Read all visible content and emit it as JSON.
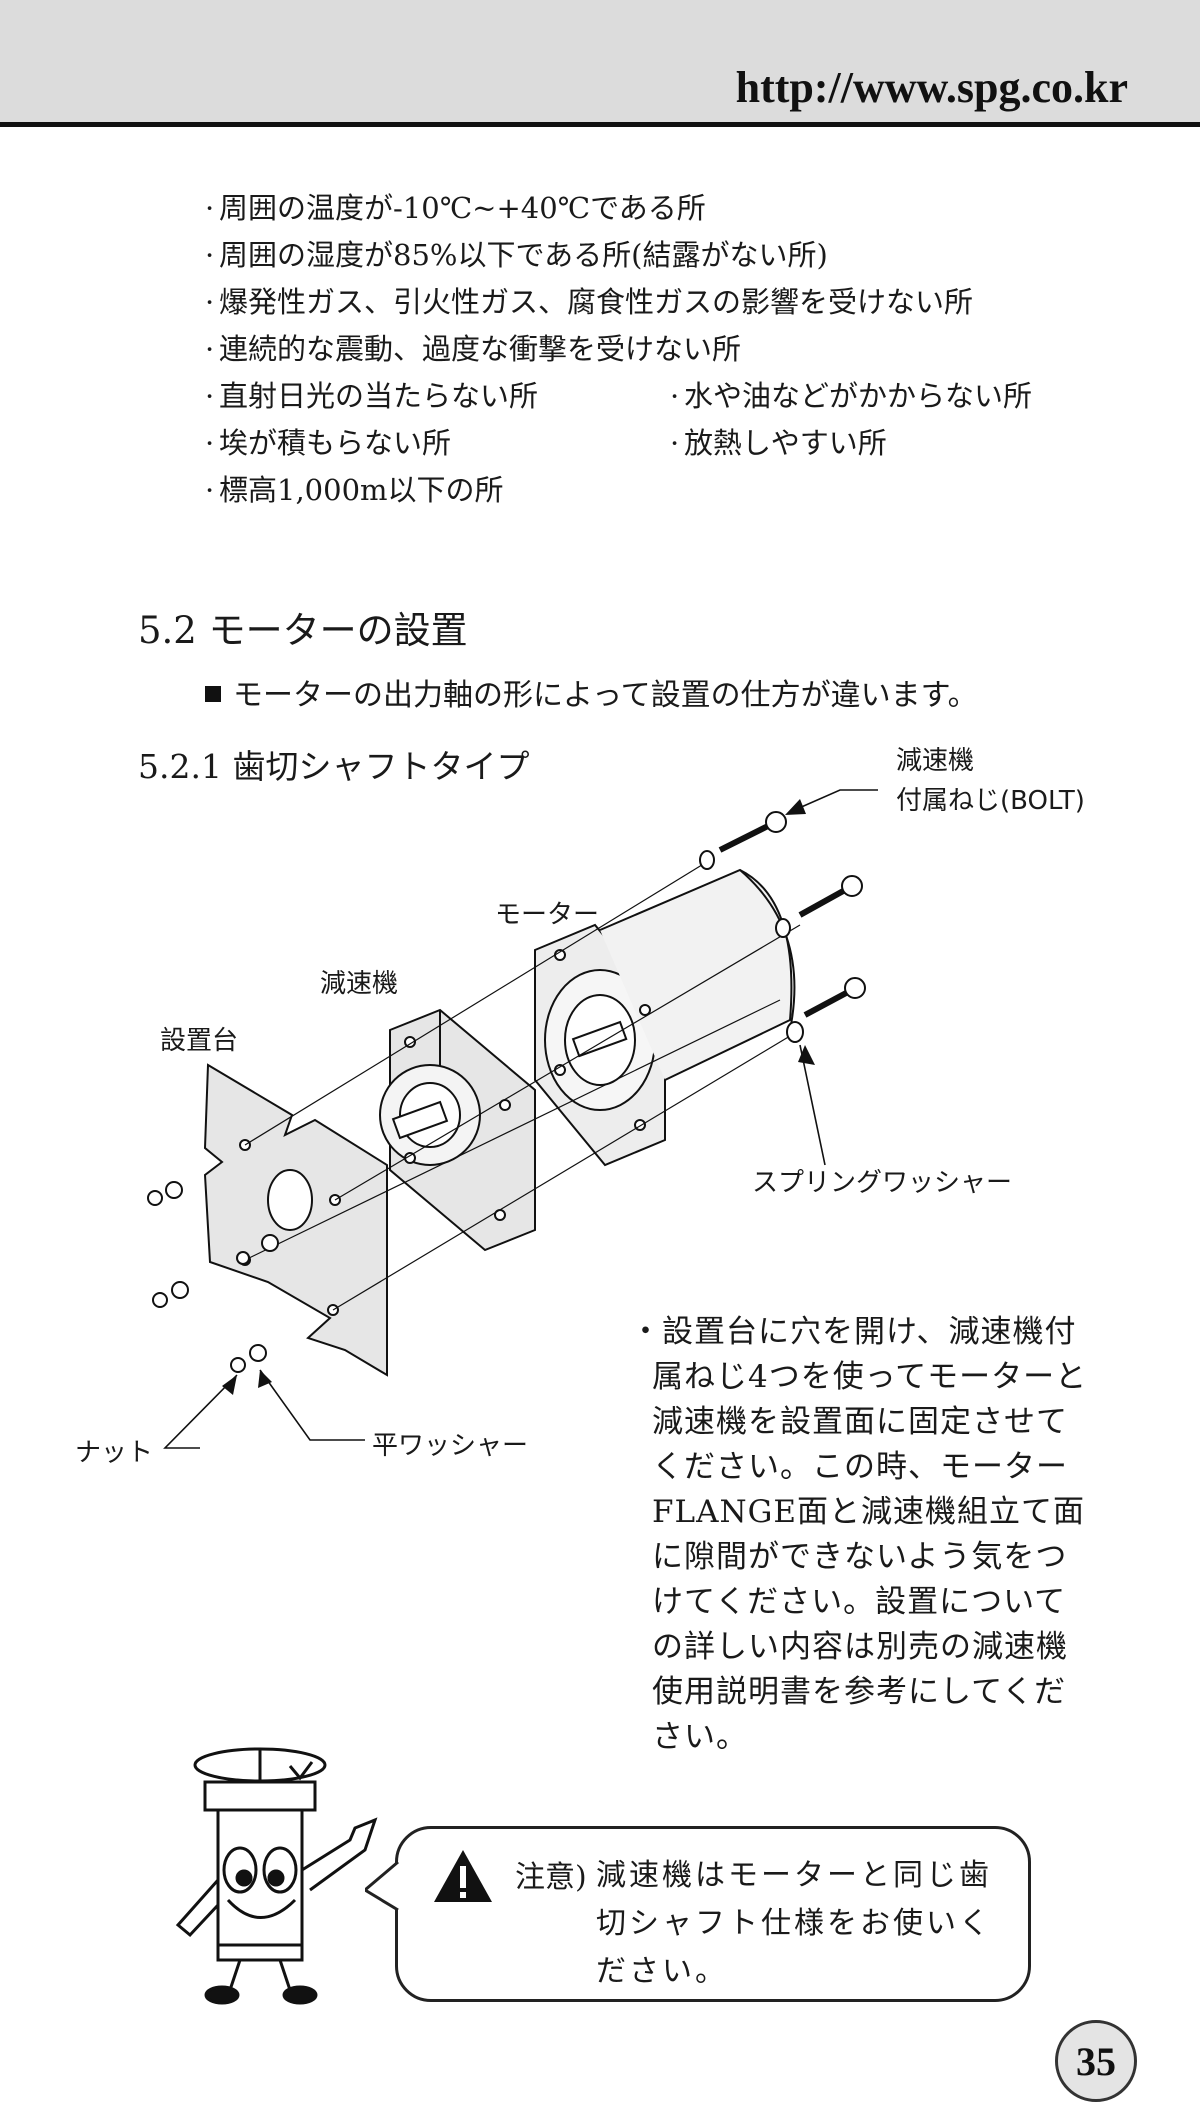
{
  "header": {
    "url": "http://www.spg.co.kr"
  },
  "conditions": {
    "item1": "周囲の温度が-10℃~+40℃である所",
    "item2": "周囲の湿度が85%以下である所(結露がない所)",
    "item3": "爆発性ガス、引火性ガス、腐食性ガスの影響を受けない所",
    "item4": "連続的な震動、過度な衝撃を受けない所",
    "item5": "直射日光の当たらない所",
    "item6": "水や油などがかからない所",
    "item7": "埃が積もらない所",
    "item8": "放熱しやすい所",
    "item9": "標高1,000m以下の所"
  },
  "section": {
    "title": "5.2 モーターの設置",
    "note": "モーターの出力軸の形によって設置の仕方が違います。",
    "subtitle": "5.2.1 歯切シャフトタイプ"
  },
  "diagram": {
    "label_bolt_1": "減速機",
    "label_bolt_2": "付属ねじ(BOLT)",
    "label_motor": "モーター",
    "label_gearhead": "減速機",
    "label_base": "設置台",
    "label_spring_washer": "スプリングワッシャー",
    "label_nut": "ナット",
    "label_flat_washer": "平ワッシャー"
  },
  "description": {
    "text": "・設置台に穴を開け、減速機付属ねじ4つを使ってモーターと減速機を設置面に固定させてください。この時、モーターFLANGE面と減速機組立て面に隙間ができないよう気をつけてください。設置についての詳しい内容は別売の減速機使用説明書を参考にしてください。"
  },
  "caution": {
    "label": "注意)",
    "text": "減速機はモーターと同じ歯切シャフト仕様をお使いください。"
  },
  "page": {
    "number": "35"
  }
}
